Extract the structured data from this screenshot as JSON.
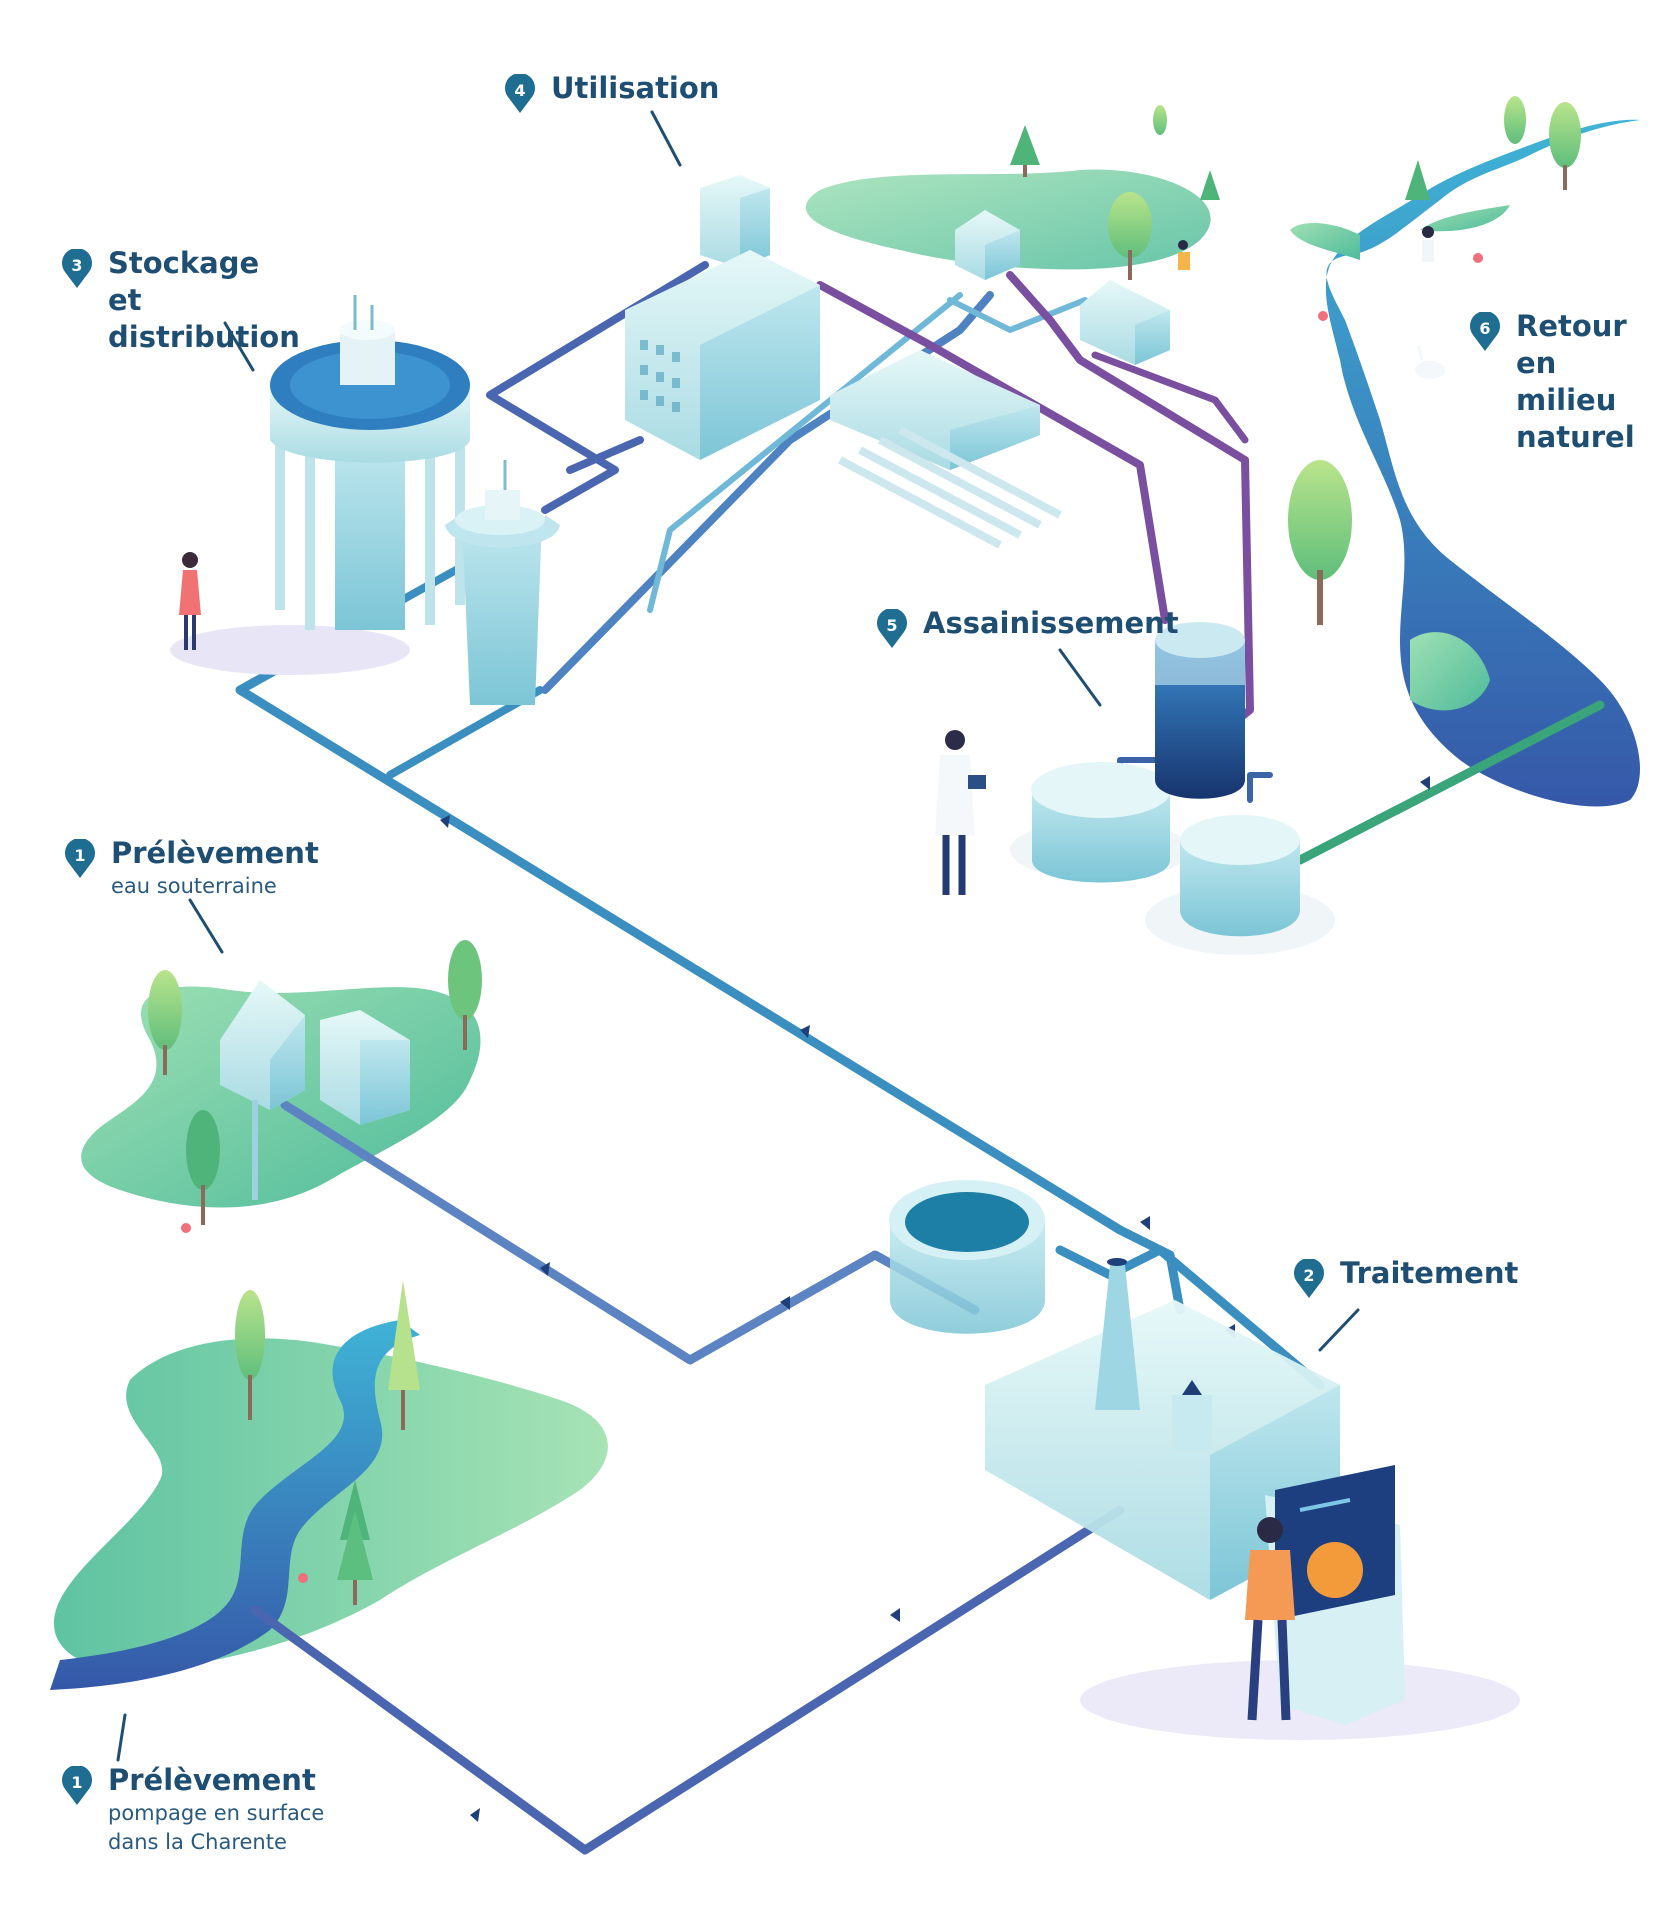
{
  "steps": [
    {
      "id": "prelevement-sous",
      "number": "1",
      "title": "Prélèvement",
      "subtitle": "eau souterraine"
    },
    {
      "id": "traitement",
      "number": "2",
      "title": "Traitement",
      "subtitle": ""
    },
    {
      "id": "stockage",
      "number": "3",
      "title": "Stockage et distribution",
      "subtitle": ""
    },
    {
      "id": "utilisation",
      "number": "4",
      "title": "Utilisation",
      "subtitle": ""
    },
    {
      "id": "assainissement",
      "number": "5",
      "title": "Assainissement",
      "subtitle": ""
    },
    {
      "id": "retour",
      "number": "6",
      "title": "Retour en milieu naturel",
      "subtitle": ""
    },
    {
      "id": "prelevement-surf",
      "number": "1",
      "title": "Prélèvement",
      "subtitle": "pompage en surface dans la Charente"
    }
  ],
  "colors": {
    "label_text": "#1f4e73",
    "pin": "#1f6d91",
    "pipe_clean": "#3b8fc0",
    "pipe_supply": "#4b7fbf",
    "pipe_used": "#7a4fa0",
    "pipe_return": "#3aa57a",
    "land_green": "#7ccf9a",
    "water": "#3f7fc4",
    "building": "#cfeef2"
  }
}
